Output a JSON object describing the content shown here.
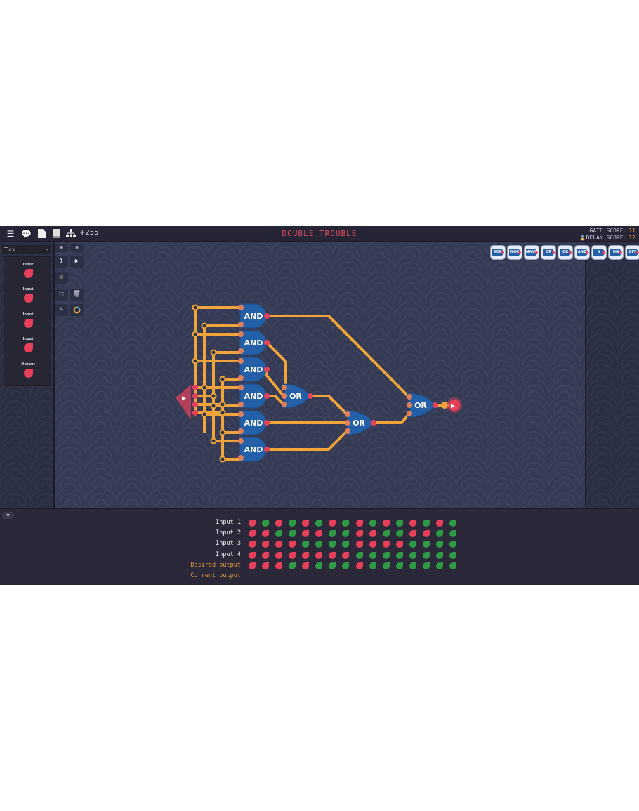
{
  "topbar": {
    "title": "DOUBLE TROUBLE",
    "credits": "+255",
    "icons": [
      "menu-icon",
      "chat-icon",
      "file-icon",
      "book-icon",
      "hierarchy-icon"
    ],
    "gate_score_label": "GATE SCORE:",
    "gate_score": "11",
    "delay_score_label": "DELAY SCORE:",
    "delay_score": "12"
  },
  "left_panel": {
    "tick_label": "Tick",
    "tick_toggle": "-",
    "pins": [
      {
        "label": "Input"
      },
      {
        "label": "Input"
      },
      {
        "label": "Input"
      },
      {
        "label": "Input"
      },
      {
        "label": "Output"
      }
    ]
  },
  "gate_palette": [
    "XOR",
    "NOR",
    "NAND",
    "OR",
    "OR",
    "AND",
    "N",
    "ON",
    "OFF"
  ],
  "gates": [
    {
      "type": "AND"
    },
    {
      "type": "AND"
    },
    {
      "type": "AND"
    },
    {
      "type": "AND"
    },
    {
      "type": "AND"
    },
    {
      "type": "AND"
    },
    {
      "type": "OR"
    },
    {
      "type": "OR"
    },
    {
      "type": "OR"
    }
  ],
  "truth_table": {
    "rows": [
      {
        "label": "Input 1",
        "values": [
          0,
          1,
          0,
          1,
          0,
          1,
          0,
          1,
          0,
          1,
          0,
          1,
          0,
          1,
          0,
          1
        ]
      },
      {
        "label": "Input 2",
        "values": [
          0,
          0,
          1,
          1,
          0,
          0,
          1,
          1,
          0,
          0,
          1,
          1,
          0,
          0,
          1,
          1
        ]
      },
      {
        "label": "Input 3",
        "values": [
          0,
          0,
          0,
          0,
          1,
          1,
          1,
          1,
          0,
          0,
          0,
          0,
          1,
          1,
          1,
          1
        ]
      },
      {
        "label": "Input 4",
        "values": [
          0,
          0,
          0,
          0,
          0,
          0,
          0,
          0,
          1,
          1,
          1,
          1,
          1,
          1,
          1,
          1
        ]
      },
      {
        "label": "Desired output",
        "values": [
          0,
          0,
          0,
          1,
          0,
          1,
          1,
          1,
          0,
          1,
          1,
          1,
          1,
          1,
          1,
          1
        ]
      },
      {
        "label": "Current output",
        "values": []
      }
    ]
  },
  "colors": {
    "on": "#2f9a45",
    "off": "#e8405a",
    "wire": "#f0a43a",
    "gate": "#2360a8",
    "title": "#e04a63"
  }
}
